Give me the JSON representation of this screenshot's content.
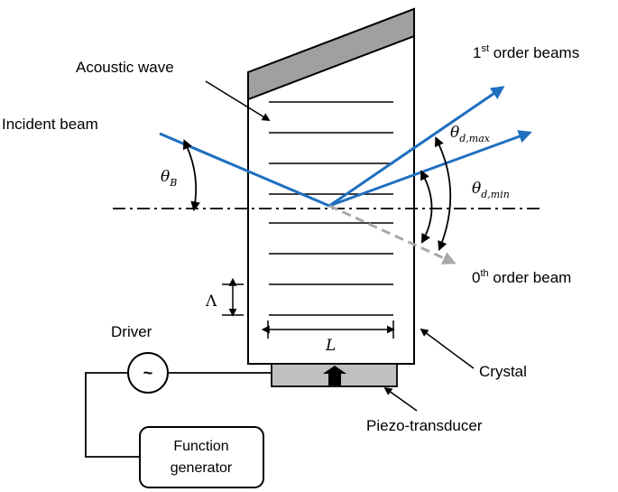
{
  "labels": {
    "acoustic_wave": "Acoustic wave",
    "incident_beam": "Incident beam",
    "first_order_prefix": "1",
    "first_order_sup": "st",
    "first_order_suffix": " order beams",
    "zeroth_order_prefix": "0",
    "zeroth_order_sup": "th",
    "zeroth_order_suffix": " order beam",
    "crystal": "Crystal",
    "piezo": "Piezo-transducer",
    "driver": "Driver",
    "function_line1": "Function",
    "function_line2": "generator",
    "wavelength_symbol": "Λ",
    "length_symbol": "L",
    "source_symbol": "~",
    "theta": "θ",
    "theta_b_sub": "B",
    "theta_dmax_sub": "d,max",
    "theta_dmin_sub": "d,min"
  },
  "colors": {
    "beam": "#1f6fbf",
    "zeroth_beam": "#a8a8a8",
    "crystal_top": "#a0a0a0",
    "transducer": "#c0c0c0",
    "line": "#000000"
  }
}
